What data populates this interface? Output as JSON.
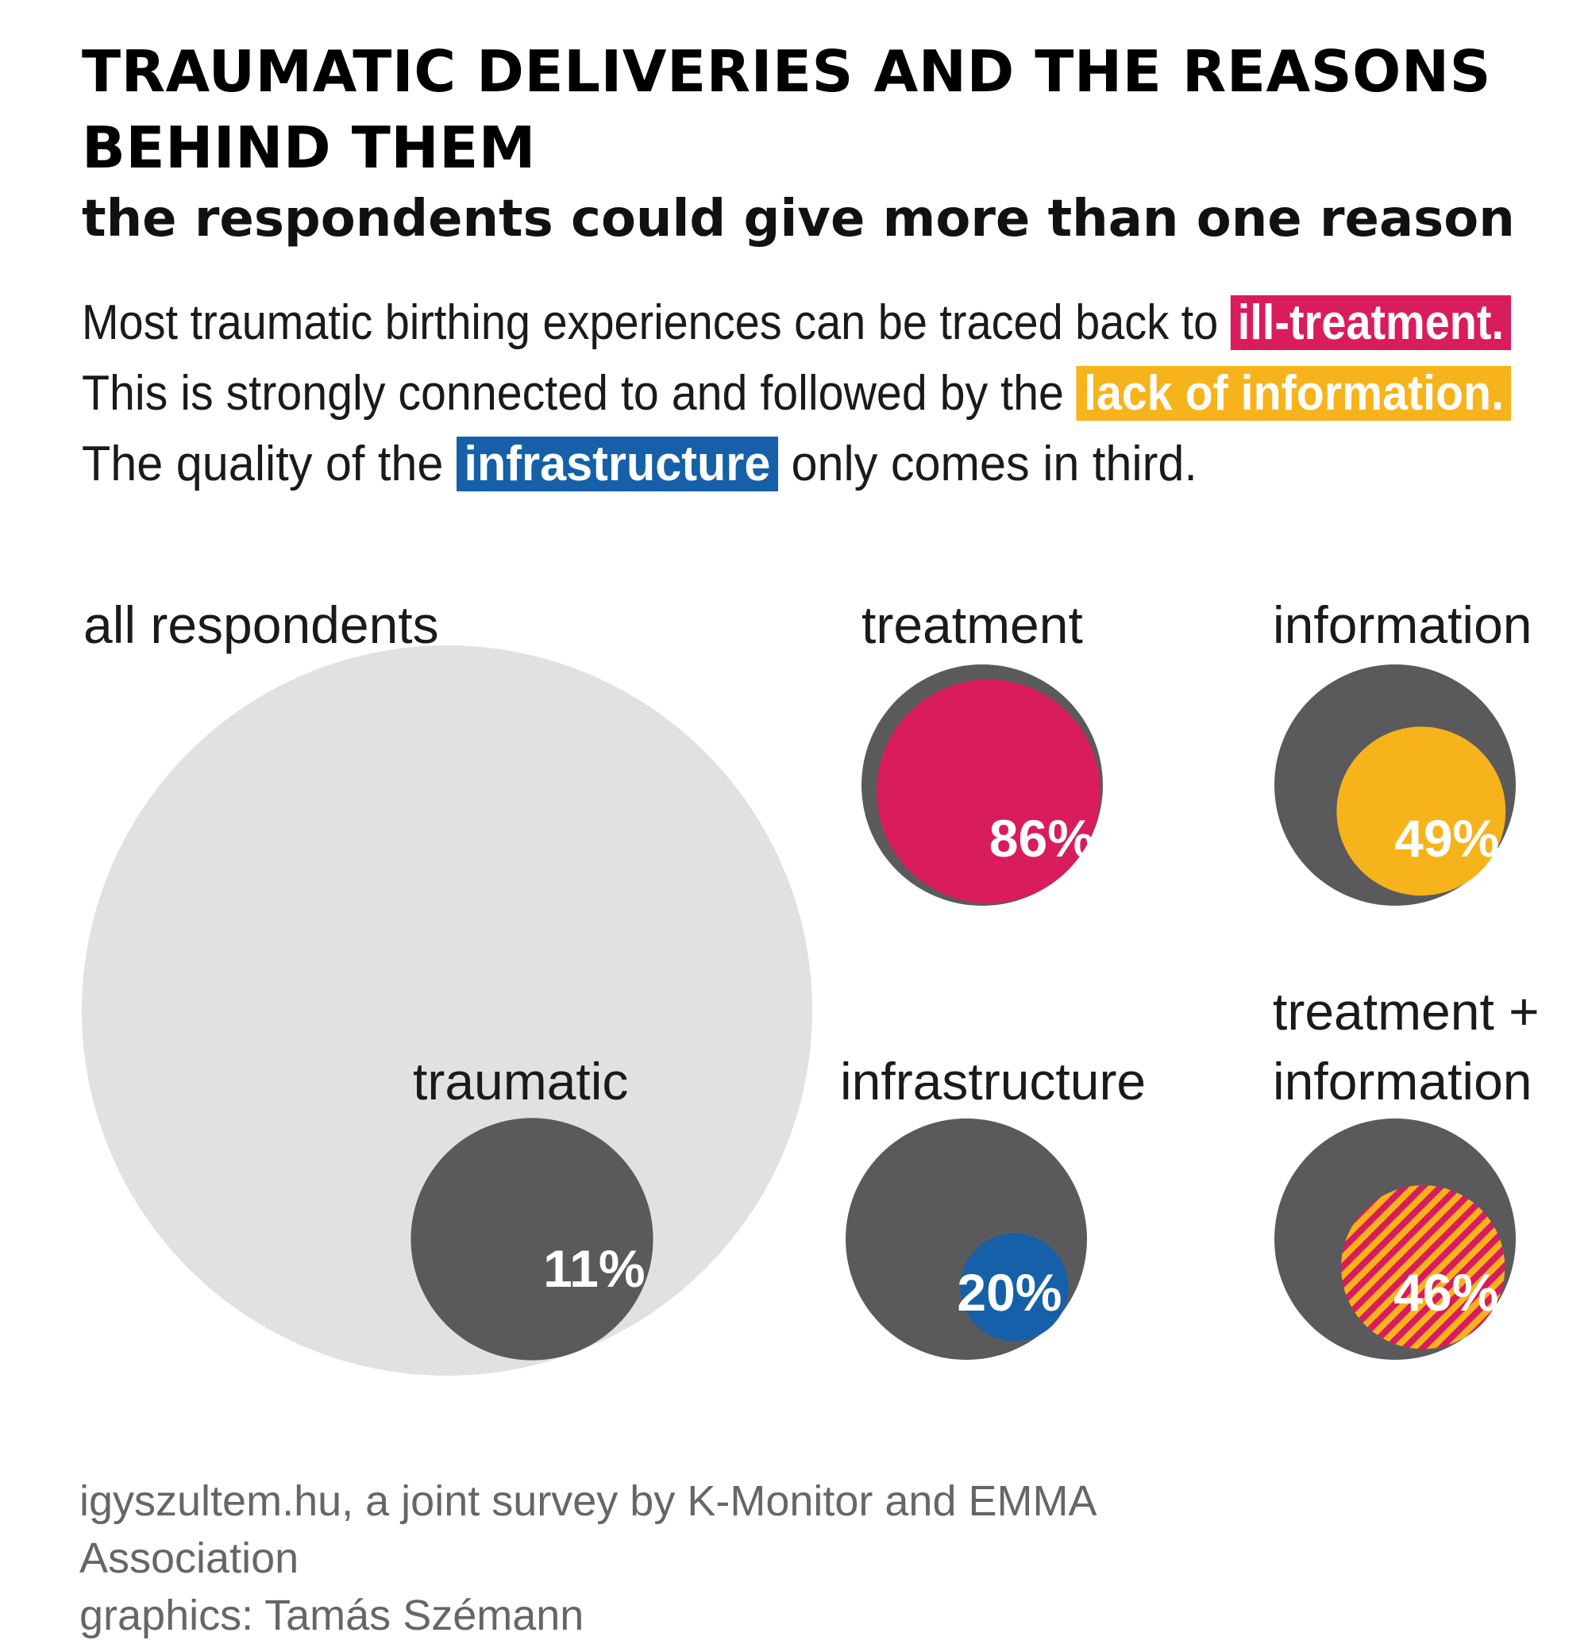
{
  "title": "TRAUMATIC DELIVERIES AND THE REASONS BEHIND THEM",
  "subtitle": "the respondents could give more than one reason",
  "intro": {
    "line1_text": "Most traumatic birthing experiences can be traced back to ",
    "line1_highlight": "ill-treatment.",
    "line2_text": "This is strongly connected to and followed by the ",
    "line2_highlight": "lack of information.",
    "line3_before": "The quality of the ",
    "line3_highlight": "infrastructure",
    "line3_after": " only comes in third."
  },
  "colors": {
    "treatment": "#d91c5c",
    "information": "#f7b31b",
    "infrastructure": "#1560a8",
    "traumatic": "#5a5a5c",
    "all": "#e0e1e0"
  },
  "chart_data": {
    "type": "proportional-area circles",
    "base": {
      "label": "all respondents",
      "value": 100
    },
    "subset": {
      "label": "traumatic",
      "value": 11,
      "value_label": "11%"
    },
    "reasons": [
      {
        "key": "treatment",
        "label": "treatment",
        "value": 86,
        "value_label": "86%",
        "of": "traumatic"
      },
      {
        "key": "information",
        "label": "information",
        "value": 49,
        "value_label": "49%",
        "of": "traumatic"
      },
      {
        "key": "infrastructure",
        "label": "infrastructure",
        "value": 20,
        "value_label": "20%",
        "of": "traumatic"
      },
      {
        "key": "treatment_information",
        "label_line1": "treatment +",
        "label_line2": "information",
        "value": 46,
        "value_label": "46%",
        "of": "traumatic",
        "fill": "striped treatment/information"
      }
    ]
  },
  "footer": {
    "source": "igyszultem.hu, a joint survey by K-Monitor and EMMA Association",
    "credit": "graphics: Tamás Szémann"
  }
}
